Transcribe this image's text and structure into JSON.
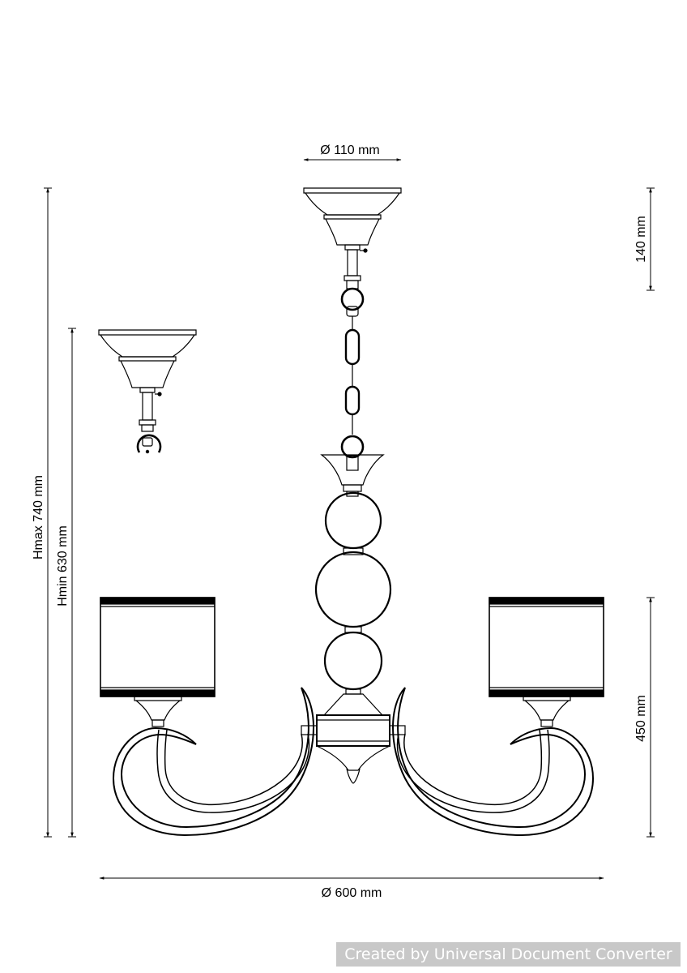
{
  "dimensions": {
    "ceiling_diameter": "Ø 110 mm",
    "canopy_height": "140 mm",
    "height_max": "Hmax 740 mm",
    "height_min": "Hmin 630 mm",
    "arms_height": "450 mm",
    "overall_diameter": "Ø 600 mm"
  },
  "watermark": "Created by Universal Document Converter"
}
